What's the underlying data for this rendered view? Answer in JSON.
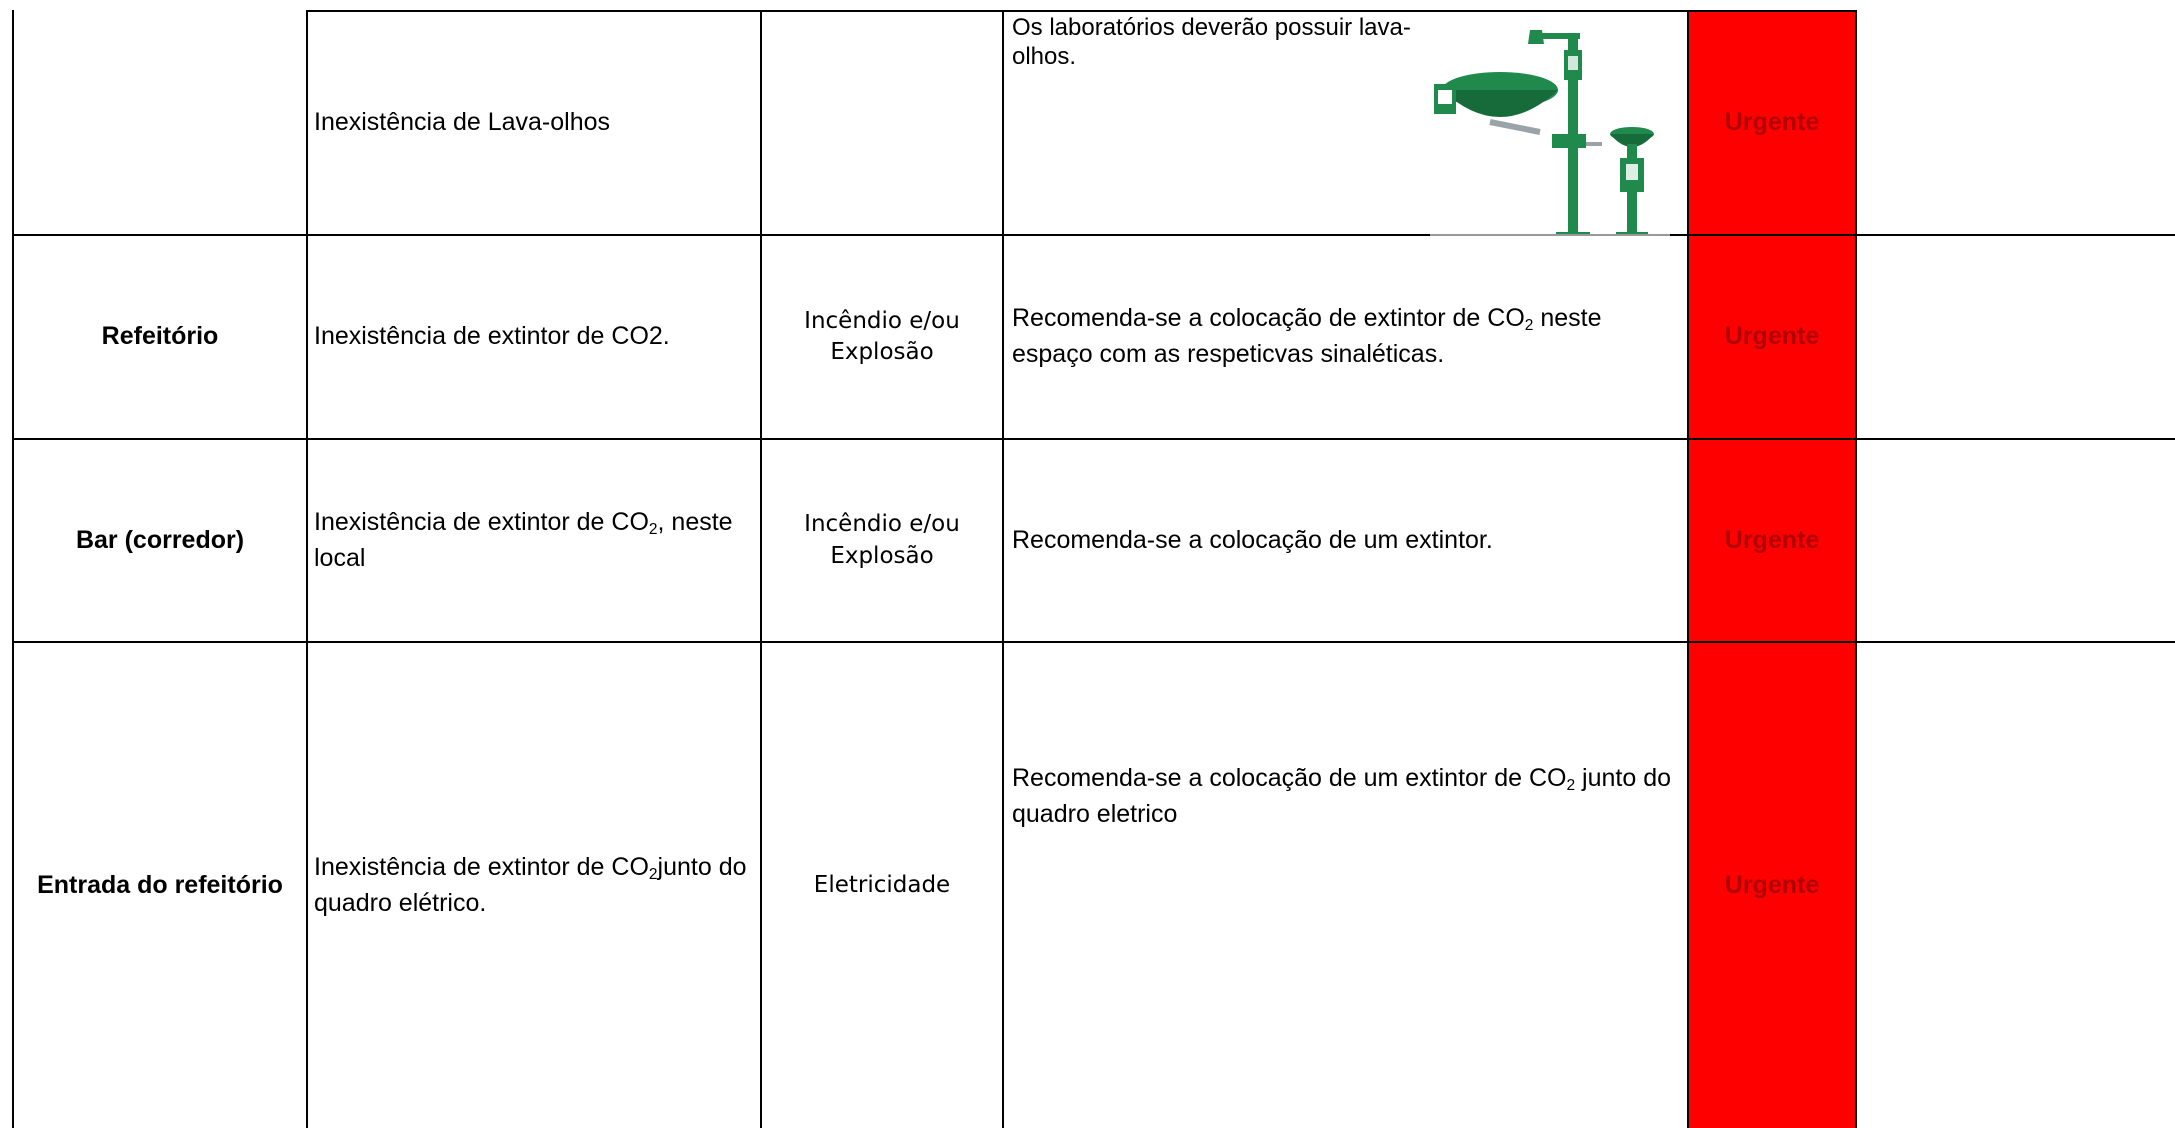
{
  "table": {
    "rows": [
      {
        "location": "",
        "issue": "Inexistência de Lava-olhos",
        "risk": "",
        "recommendation": "Os laboratórios deverão possuir lava-olhos.",
        "priority": "Urgente",
        "illustration": "eyewash-station-illustration"
      },
      {
        "location": "Refeitório",
        "issue": "Inexistência de extintor de CO2.",
        "risk": "Incêndio e/ou Explosão",
        "recommendation_pre": "Recomenda-se a colocação de extintor de CO",
        "recommendation_sub": "2",
        "recommendation_post": " neste espaço com as respeticvas sinaléticas.",
        "priority": "Urgente"
      },
      {
        "location": "Bar (corredor)",
        "issue_pre": "Inexistência de extintor de CO",
        "issue_sub": "2",
        "issue_post": ", neste local",
        "risk": "Incêndio e/ou Explosão",
        "recommendation": "Recomenda-se a colocação de um extintor.",
        "priority": "Urgente"
      },
      {
        "location": "Entrada do refeitório",
        "issue_pre": "Inexistência de extintor de CO",
        "issue_sub": "2",
        "issue_post": "junto do quadro elétrico.",
        "risk": "Eletricidade",
        "recommendation_pre": "Recomenda-se a colocação de um extintor de CO",
        "recommendation_sub": "2",
        "recommendation_post": " junto do quadro eletrico",
        "priority": "Urgente"
      }
    ]
  },
  "colors": {
    "urgent_bg": "#ff0000",
    "urgent_text": "#b00000",
    "eyewash_green": "#1f8a4c"
  }
}
